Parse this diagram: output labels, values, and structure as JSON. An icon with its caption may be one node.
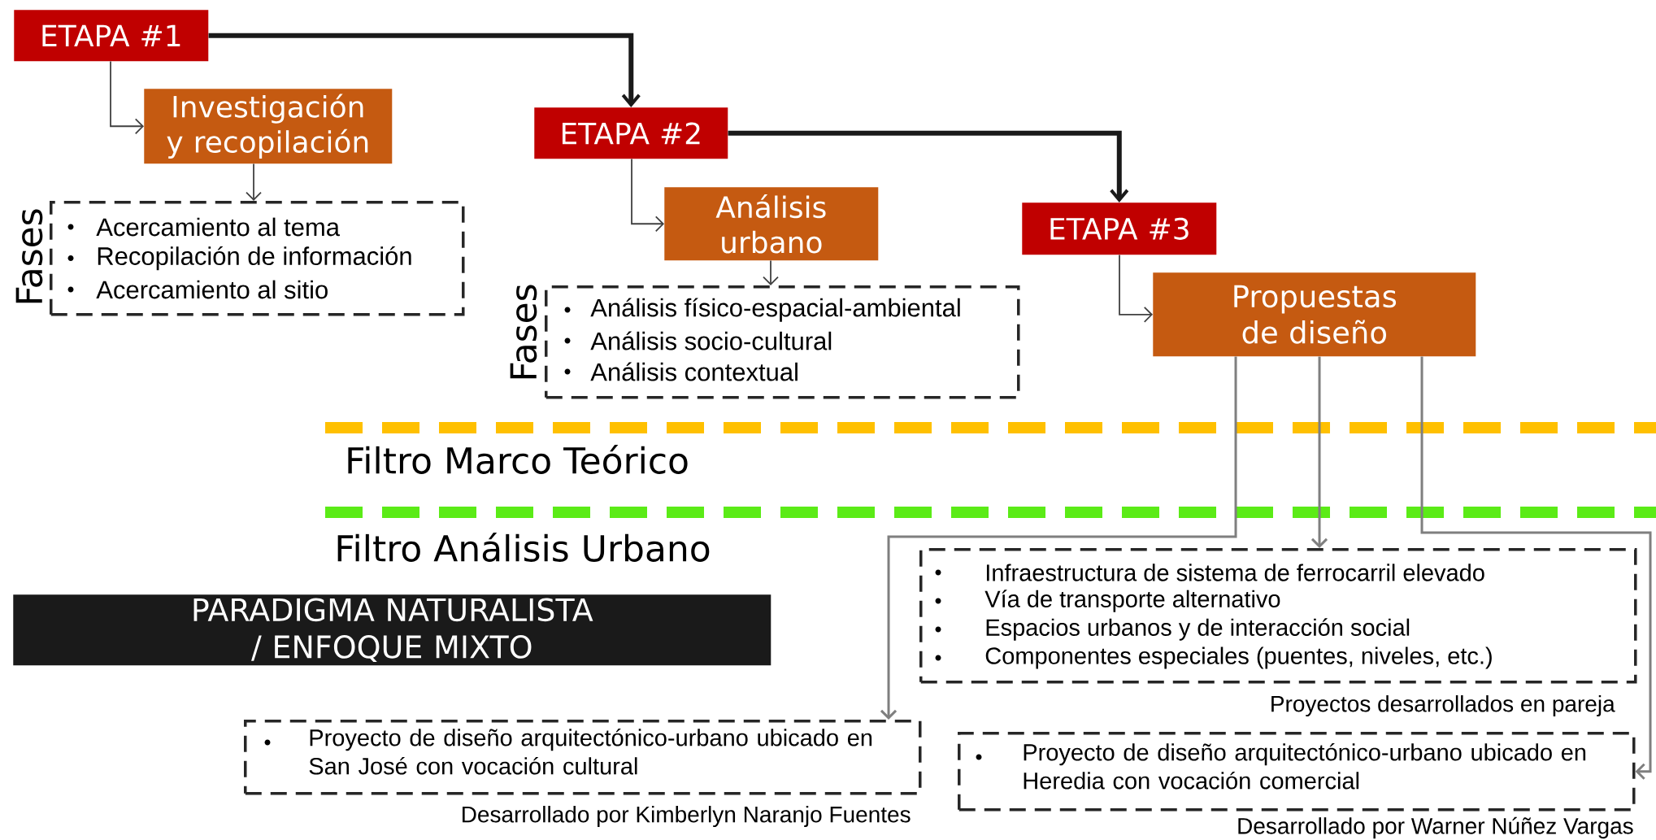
{
  "diagram": {
    "nodes": [
      {
        "text": [
          "ETAPA #1"
        ]
      },
      {
        "text": [
          "Investigación y recopilación"
        ]
      },
      {
        "text": [
          "Fases",
          "Acercamiento al tema",
          "Recopilación de información",
          "Acercamiento al sitio"
        ]
      },
      {
        "text": [
          "ETAPA #2"
        ]
      },
      {
        "text": [
          "Análisis urbano"
        ]
      },
      {
        "text": [
          "Fases",
          "Análisis físico-espacial-ambiental",
          "Análisis socio-cultural",
          "Análisis contextual"
        ]
      },
      {
        "text": [
          "ETAPA #3"
        ]
      },
      {
        "text": [
          "Propuestas de diseño"
        ]
      },
      {
        "text": [
          "Infraestructura de sistema de ferrocarril elevado",
          "Vía de transporte alternativo",
          "Espacios urbanos y de interacción social",
          "Componentes especiales (puentes, niveles, etc.)"
        ]
      },
      {
        "text": [
          "PARADIGMA NATURALISTA / ENFOQUE MIXTO"
        ]
      },
      {
        "text": [
          "Proyecto de diseño arquitectónico-urbano ubicado en San José con vocación cultural"
        ],
        "beside": [
          "Desarrollado por Kimberlyn Naranjo Fuentes"
        ]
      },
      {
        "text": [
          "Proyecto de diseño arquitectónico-urbano ubicado en Heredia con vocación comercial"
        ],
        "beside": [
          "Desarrollado por Warner Núñez Vargas"
        ]
      }
    ],
    "edges": [
      {
        "from": 0,
        "to": 3,
        "arrow": "to",
        "style": "thick"
      },
      {
        "from": 3,
        "to": 6,
        "arrow": "to",
        "style": "thick"
      },
      {
        "from": 0,
        "to": 1,
        "arrow": "to"
      },
      {
        "from": 1,
        "to": 2,
        "arrow": "to"
      },
      {
        "from": 3,
        "to": 4,
        "arrow": "to"
      },
      {
        "from": 4,
        "to": 5,
        "arrow": "to"
      },
      {
        "from": 6,
        "to": 7,
        "arrow": "to"
      },
      {
        "from": 7,
        "to": 10,
        "arrow": "to",
        "color": "#7f7f7f"
      },
      {
        "from": 7,
        "to": 8,
        "arrow": "to",
        "color": "#7f7f7f"
      },
      {
        "from": 7,
        "to": 11,
        "arrow": "to",
        "color": "#7f7f7f"
      }
    ],
    "labels": [
      "Filtro Marco Teórico",
      "Filtro Análisis Urbano",
      "Proyectos desarrollados en pareja"
    ]
  }
}
